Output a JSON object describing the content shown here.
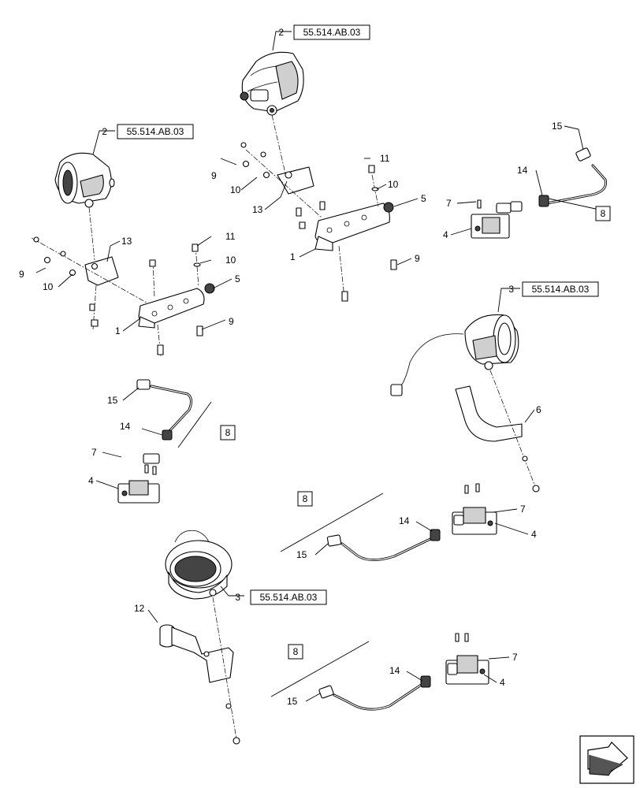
{
  "diagram": {
    "reference_code": "55.514.AB.03",
    "callouts": {
      "n1": "1",
      "n2": "2",
      "n3": "3",
      "n4": "4",
      "n5": "5",
      "n6": "6",
      "n7": "7",
      "n8": "8",
      "n9": "9",
      "n10": "10",
      "n11": "11",
      "n12": "12",
      "n13": "13",
      "n14": "14",
      "n15": "15"
    },
    "icons": [
      "navigation-arrow-icon"
    ]
  }
}
